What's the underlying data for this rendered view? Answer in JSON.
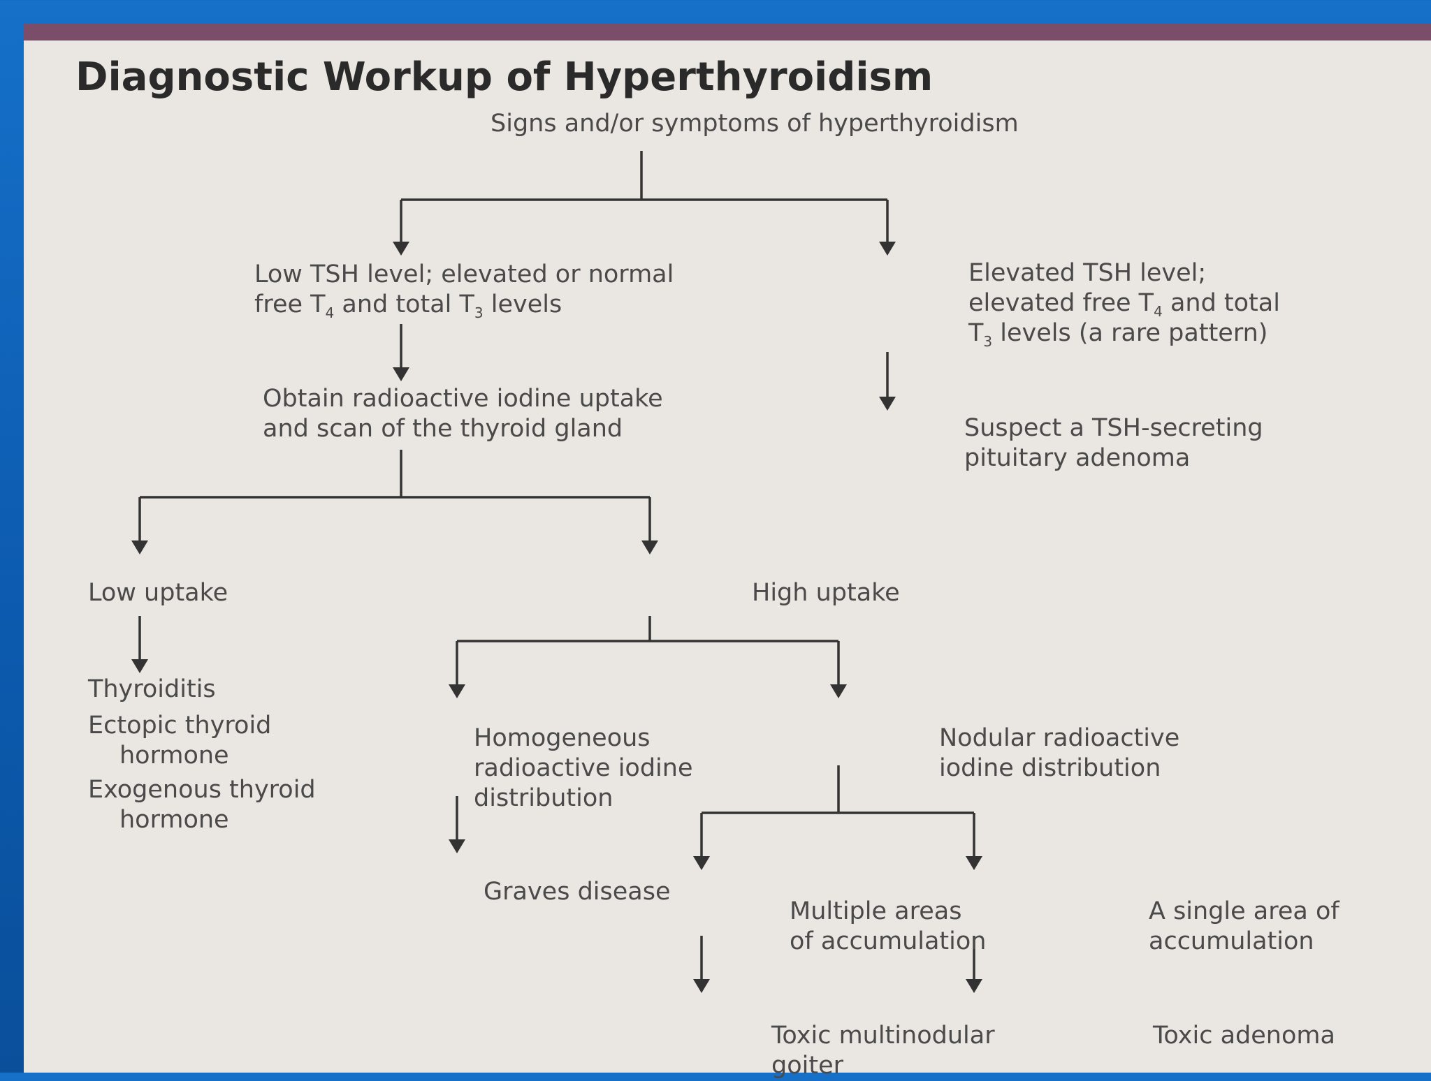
{
  "title": "Diagnostic Workup of Hyperthyroidism",
  "nodes": {
    "root": "Signs and/or symptoms of hyperthyroidism",
    "low_tsh": {
      "l1": "Low TSH level; elevated or normal",
      "l2a": "free T",
      "sub1": "4",
      "l2b": " and total T",
      "sub2": "3",
      "l2c": " levels"
    },
    "elevated_tsh": {
      "l1": "Elevated TSH level;",
      "l2a": "elevated free T",
      "sub1": "4",
      "l2b": " and total",
      "l3a": "T",
      "sub2": "3",
      "l3b": " levels (a rare pattern)"
    },
    "obtain_scan": [
      "Obtain radioactive iodine uptake",
      "and scan of the thyroid gland"
    ],
    "suspect_adenoma": [
      "Suspect a TSH-secreting",
      "pituitary adenoma"
    ],
    "low_uptake": "Low uptake",
    "high_uptake": "High uptake",
    "low_uptake_causes": {
      "thyroiditis": "Thyroiditis",
      "ectopic": [
        "Ectopic thyroid",
        "hormone"
      ],
      "exogenous": [
        "Exogenous thyroid",
        "hormone"
      ]
    },
    "homogeneous": [
      "Homogeneous",
      "radioactive iodine",
      "distribution"
    ],
    "nodular": [
      "Nodular radioactive",
      "iodine distribution"
    ],
    "graves": "Graves disease",
    "multiple_areas": [
      "Multiple areas",
      "of accumulation"
    ],
    "single_area": [
      "A single area of",
      "accumulation"
    ],
    "toxic_multinodular": [
      "Toxic multinodular",
      "goiter"
    ],
    "toxic_adenoma": "Toxic adenoma"
  },
  "colors": {
    "background": "#1670c8",
    "panel": "#eae6e1",
    "accent_bar": "#7a4e68",
    "title_text": "#2a2a2a",
    "body_text": "#4a4a4a",
    "lines": "#333333"
  }
}
